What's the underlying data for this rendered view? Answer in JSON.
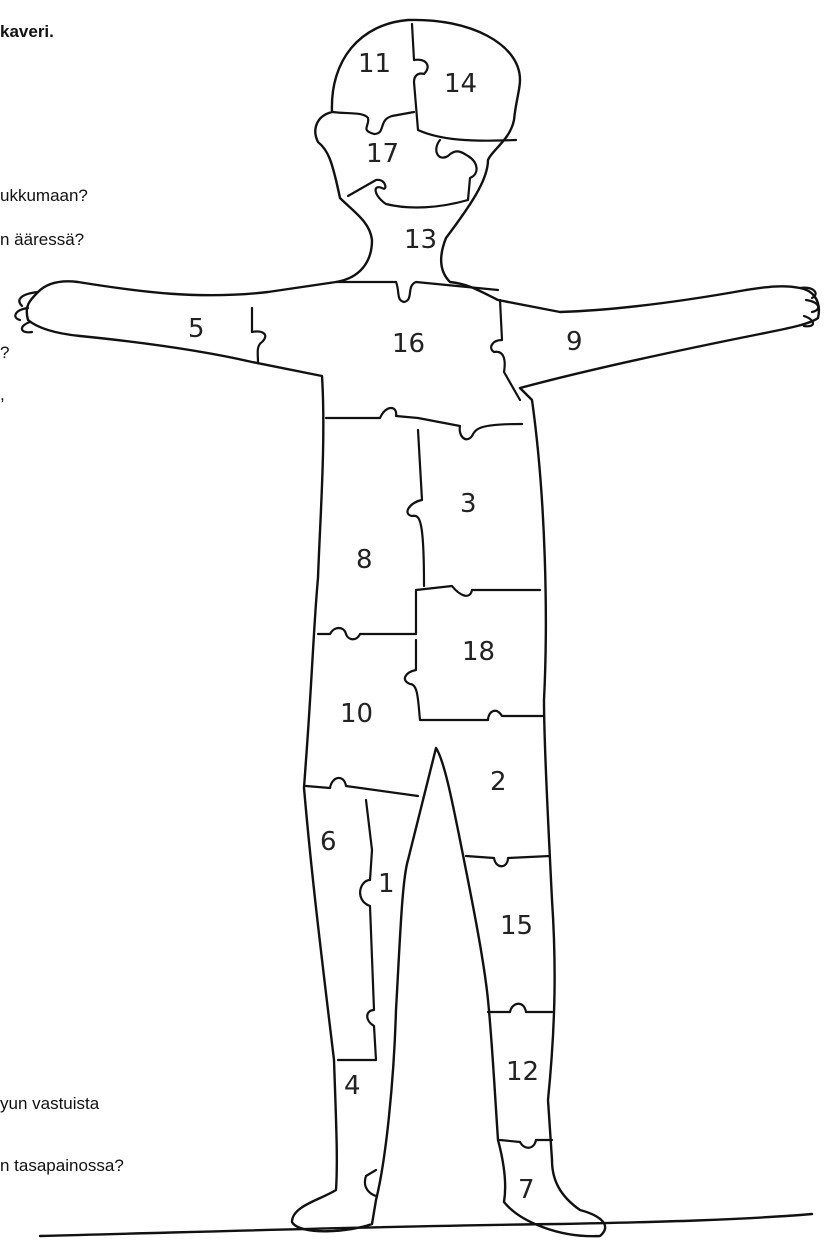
{
  "text_fragments": [
    {
      "id": "title",
      "text": "kaveri."
    },
    {
      "id": "line1",
      "text": "ukkumaan?"
    },
    {
      "id": "line2",
      "text": "n ääressä?"
    },
    {
      "id": "line3",
      "text": "?"
    },
    {
      "id": "line4",
      "text": ","
    },
    {
      "id": "line5",
      "text": "yun vastuista"
    },
    {
      "id": "line6",
      "text": "n tasapainossa?"
    }
  ],
  "puzzle_pieces": [
    {
      "number": "11",
      "region": "head-top-left"
    },
    {
      "number": "14",
      "region": "head-top-right"
    },
    {
      "number": "17",
      "region": "face"
    },
    {
      "number": "13",
      "region": "neck"
    },
    {
      "number": "5",
      "region": "right-arm"
    },
    {
      "number": "16",
      "region": "chest"
    },
    {
      "number": "9",
      "region": "left-arm"
    },
    {
      "number": "3",
      "region": "torso-right"
    },
    {
      "number": "8",
      "region": "torso-left"
    },
    {
      "number": "18",
      "region": "hip-right"
    },
    {
      "number": "10",
      "region": "hip-left"
    },
    {
      "number": "2",
      "region": "thigh-right"
    },
    {
      "number": "6",
      "region": "thigh-left-outer"
    },
    {
      "number": "1",
      "region": "thigh-left-inner"
    },
    {
      "number": "15",
      "region": "knee-right"
    },
    {
      "number": "12",
      "region": "shin-right"
    },
    {
      "number": "4",
      "region": "shin-left"
    },
    {
      "number": "7",
      "region": "foot-right"
    }
  ]
}
